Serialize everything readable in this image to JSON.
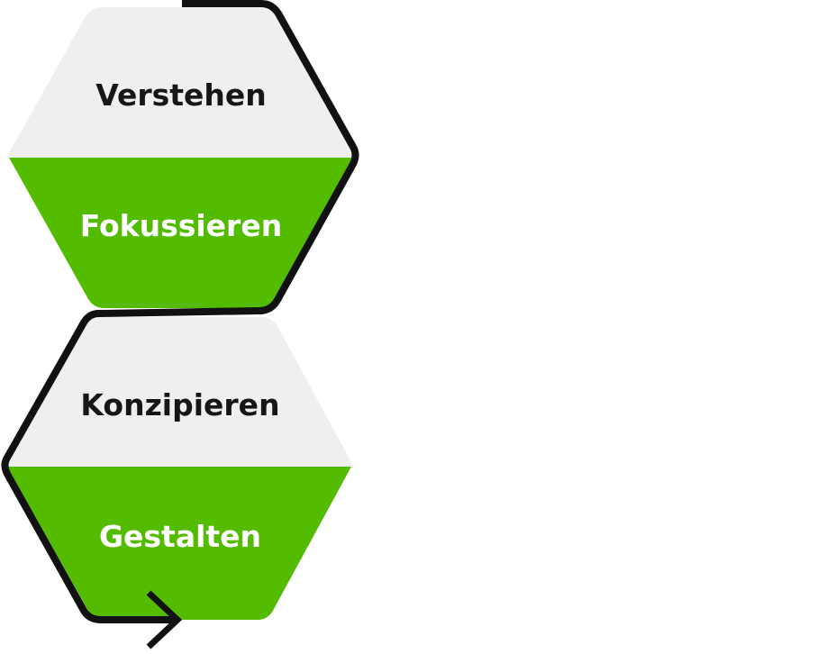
{
  "colors": {
    "gray": "#efefef",
    "green": "#53bb00",
    "line": "#111111"
  },
  "steps": [
    {
      "label": "Verstehen"
    },
    {
      "label": "Fokussieren"
    },
    {
      "label": "Konzipieren"
    },
    {
      "label": "Gestalten"
    }
  ]
}
